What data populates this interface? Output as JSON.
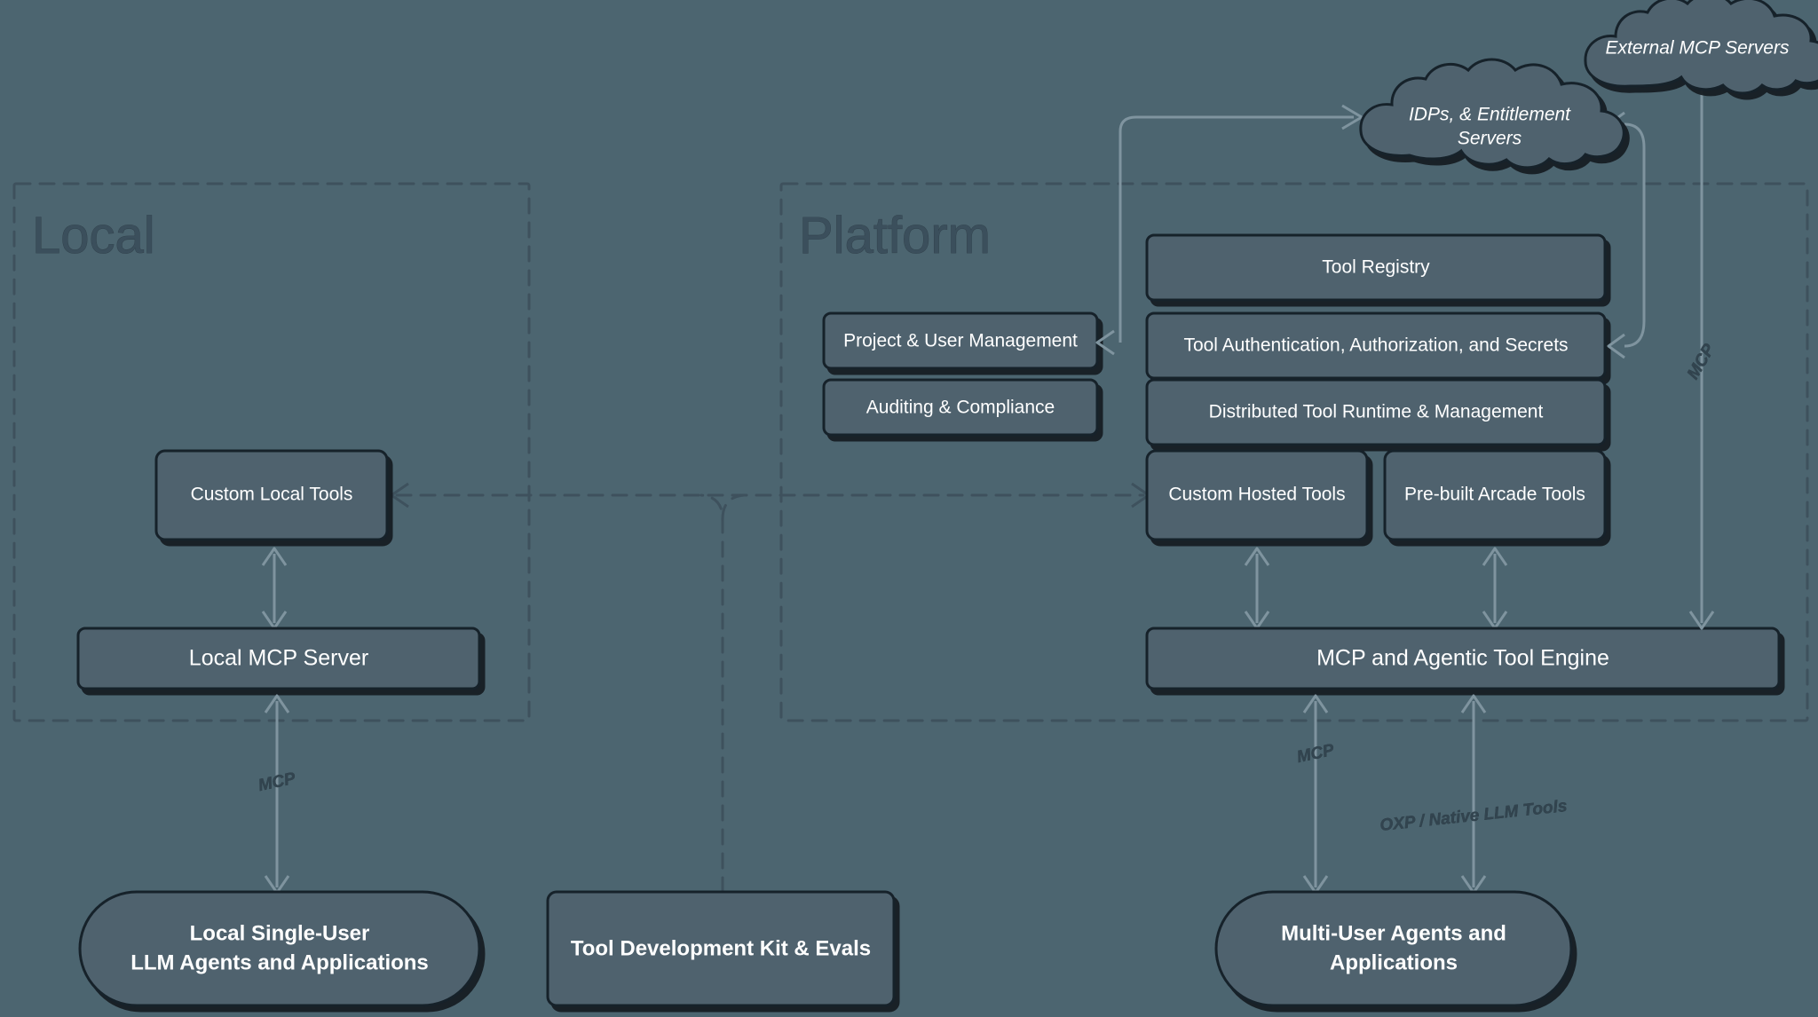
{
  "diagram": {
    "title": "Arcade Tool Platform Architecture",
    "background_color": "#4c6570",
    "node_fill_color": "#4f626e",
    "node_border_color": "#16202a",
    "connector_color": "#7f949f",
    "dashed_color": "#3e515d",
    "text_color": "#ffffff"
  },
  "zones": [
    {
      "id": "local",
      "label": "Local"
    },
    {
      "id": "platform",
      "label": "Platform"
    }
  ],
  "clouds": [
    {
      "id": "external-mcp-servers",
      "label": "External MCP Servers",
      "lines": [
        "External MCP Servers"
      ]
    },
    {
      "id": "idps-entitlement-servers",
      "label": "IDPs, & Entitlement Servers",
      "lines": [
        "IDPs, & Entitlement",
        "Servers"
      ]
    }
  ],
  "boxes": [
    {
      "id": "tool-registry",
      "label": "Tool Registry",
      "zone": "platform"
    },
    {
      "id": "tool-authentication",
      "label": "Tool Authentication, Authorization, and Secrets",
      "zone": "platform"
    },
    {
      "id": "distributed-tool-runtime",
      "label": "Distributed Tool Runtime & Management",
      "zone": "platform"
    },
    {
      "id": "project-user-management",
      "label": "Project & User Management",
      "zone": "platform"
    },
    {
      "id": "auditing-compliance",
      "label": "Auditing & Compliance",
      "zone": "platform"
    },
    {
      "id": "custom-hosted-tools",
      "label": "Custom Hosted Tools",
      "zone": "platform"
    },
    {
      "id": "prebuilt-arcade-tools",
      "label": "Pre-built Arcade Tools",
      "zone": "platform"
    },
    {
      "id": "mcp-agentic-tool-engine",
      "label": "MCP and Agentic Tool Engine",
      "zone": "platform"
    },
    {
      "id": "custom-local-tools",
      "label": "Custom Local Tools",
      "zone": "local"
    },
    {
      "id": "local-mcp-server",
      "label": "Local MCP Server",
      "zone": "local"
    },
    {
      "id": "tool-development-kit",
      "label": "Tool Development Kit & Evals",
      "zone": "none"
    }
  ],
  "pills": [
    {
      "id": "local-single-user-agents",
      "lines": [
        "Local Single-User",
        "LLM Agents and Applications"
      ]
    },
    {
      "id": "multi-user-agents",
      "lines": [
        "Multi-User Agents and",
        "Applications"
      ]
    }
  ],
  "edge_labels": [
    {
      "id": "mcp-local",
      "label": "MCP"
    },
    {
      "id": "mcp-platform",
      "label": "MCP"
    },
    {
      "id": "mcp-external",
      "label": "MCP"
    },
    {
      "id": "oxp-native-llm-tools",
      "label": "OXP / Native LLM Tools"
    }
  ]
}
